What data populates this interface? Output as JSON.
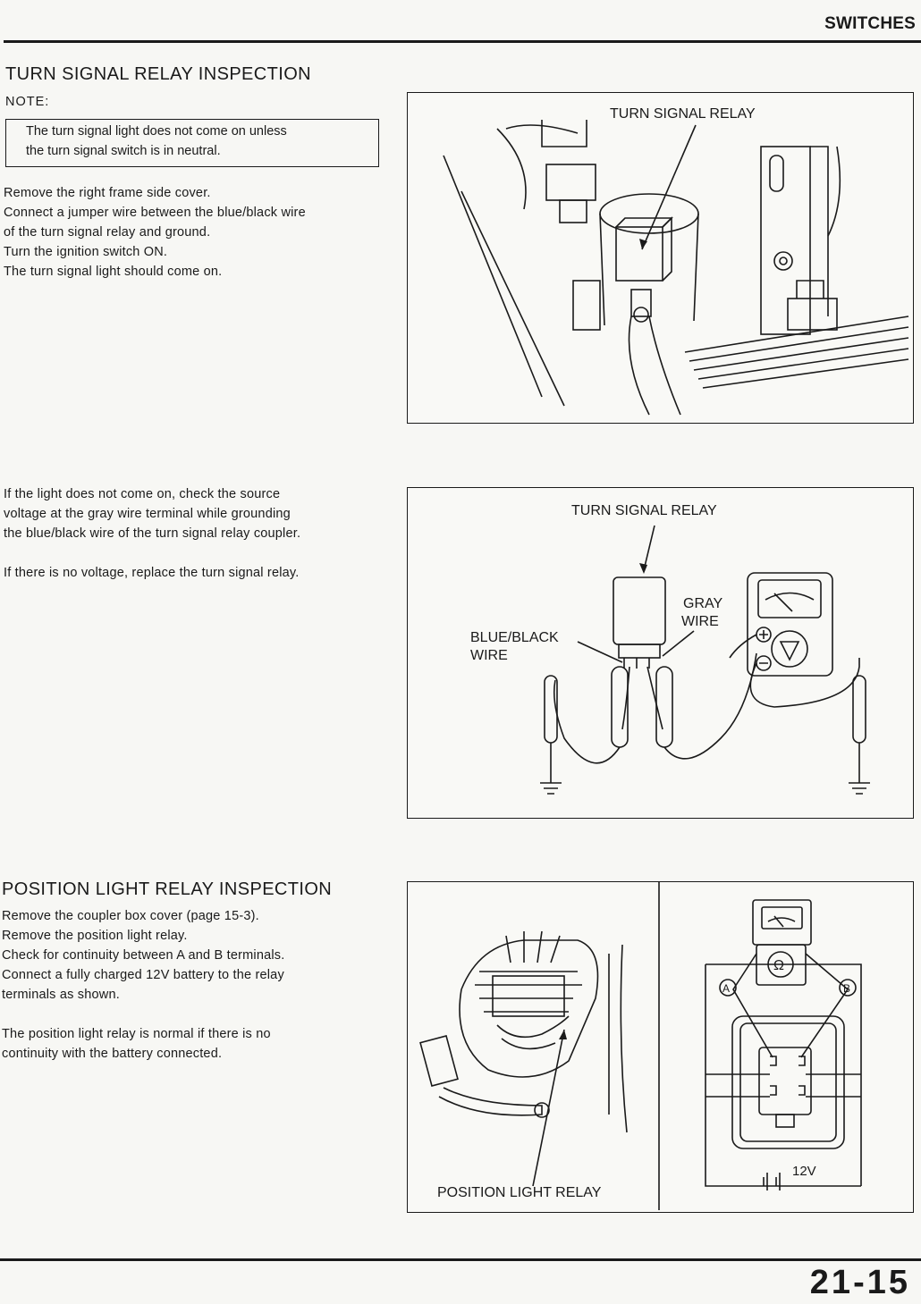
{
  "header": {
    "section": "SWITCHES"
  },
  "turn_signal": {
    "title": "TURN SIGNAL RELAY INSPECTION",
    "note_label": "NOTE:",
    "note_lines": [
      "The turn signal light does not come on unless",
      "the turn signal switch is in neutral."
    ],
    "steps": [
      "Remove the right frame side cover.",
      "Connect a jumper wire between the blue/black wire",
      "of the turn signal relay and ground.",
      "Turn the ignition switch ON.",
      "The turn signal light should come on."
    ],
    "check_lines": [
      "If the light does not come on, check the source",
      "voltage at the gray wire terminal while grounding",
      "the blue/black wire of the turn signal relay coupler."
    ],
    "replace_text": "If there is no voltage, replace the turn signal relay.",
    "fig1_label": "TURN SIGNAL RELAY",
    "fig2_labels": {
      "relay": "TURN SIGNAL RELAY",
      "gray_1": "GRAY",
      "gray_2": "WIRE",
      "blue_1": "BLUE/BLACK",
      "blue_2": "WIRE"
    }
  },
  "position_light": {
    "title": "POSITION LIGHT RELAY INSPECTION",
    "steps": [
      "Remove the coupler box cover (page 15-3).",
      "Remove the position light relay.",
      "Check for continuity between A and B terminals.",
      "Connect a fully charged 12V battery to the relay",
      "terminals as shown."
    ],
    "result_lines": [
      "The position light relay is normal if there is no",
      "continuity with the battery connected."
    ],
    "fig_label": "POSITION LIGHT RELAY",
    "terminal_a": "A",
    "terminal_b": "B",
    "battery_label": "12V",
    "ohm_symbol": "Ω"
  },
  "footer": {
    "page_number": "21-15"
  }
}
